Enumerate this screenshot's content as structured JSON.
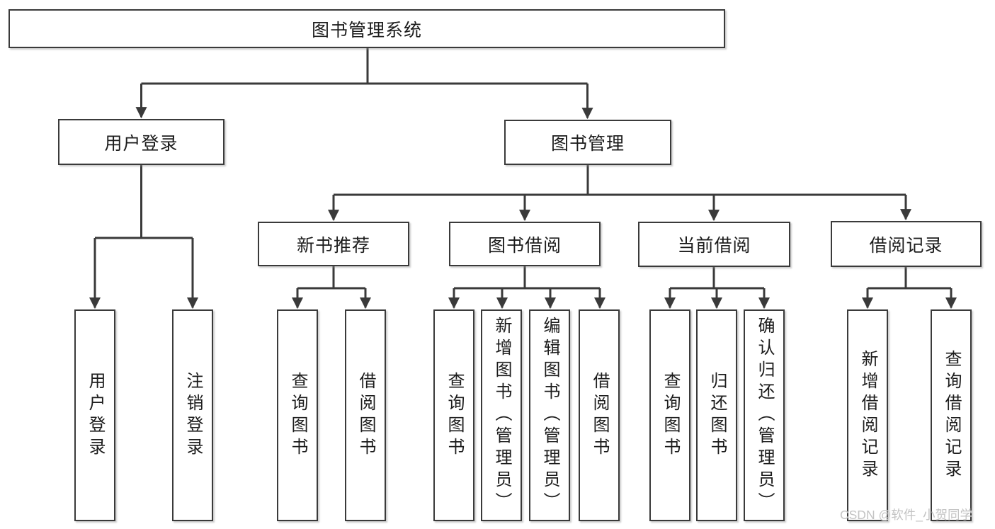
{
  "diagram": {
    "title": "图书管理系统",
    "tree": {
      "root": "图书管理系统",
      "branches": [
        {
          "label": "用户登录",
          "leaves": [
            "用户登录",
            "注销登录"
          ]
        },
        {
          "label": "图书管理",
          "groups": [
            {
              "label": "新书推荐",
              "leaves": [
                "查询图书",
                "借阅图书"
              ]
            },
            {
              "label": "图书借阅",
              "leaves": [
                "查询图书",
                "新增图书（管理员）",
                "编辑图书（管理员）",
                "借阅图书"
              ]
            },
            {
              "label": "当前借阅",
              "leaves": [
                "查询图书",
                "归还图书",
                "确认归还（管理员）"
              ]
            },
            {
              "label": "借阅记录",
              "leaves": [
                "新增借阅记录",
                "查询借阅记录"
              ]
            }
          ]
        }
      ]
    },
    "colors": {
      "line": "#3a3a3a",
      "box_border": "#3a3a3a",
      "text": "#1c1c1c",
      "background": "#ffffff",
      "watermark": "#c3c3c3"
    }
  },
  "watermark": {
    "text": "CSDN @软件_小贺同学"
  }
}
